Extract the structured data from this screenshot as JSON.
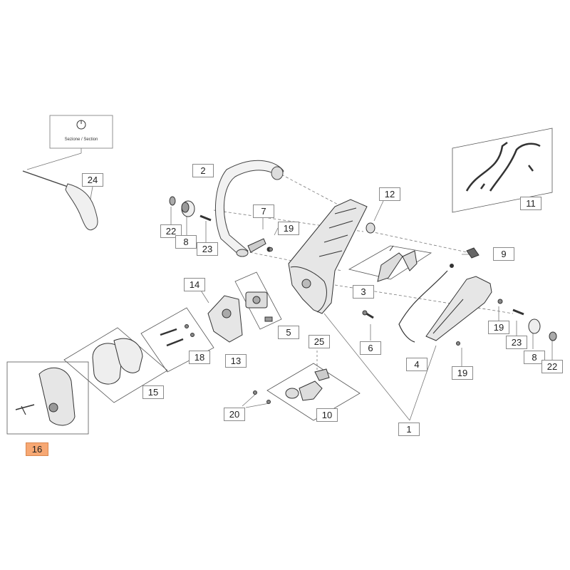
{
  "section_box": {
    "caption": "Sezione / Section"
  },
  "labels": [
    {
      "id": "label-2",
      "text": "2"
    },
    {
      "id": "label-24",
      "text": "24"
    },
    {
      "id": "label-7",
      "text": "7"
    },
    {
      "id": "label-12",
      "text": "12"
    },
    {
      "id": "label-22-left",
      "text": "22"
    },
    {
      "id": "label-8-left",
      "text": "8"
    },
    {
      "id": "label-23-left",
      "text": "23"
    },
    {
      "id": "label-19-top",
      "text": "19"
    },
    {
      "id": "label-11",
      "text": "11"
    },
    {
      "id": "label-9",
      "text": "9"
    },
    {
      "id": "label-3",
      "text": "3"
    },
    {
      "id": "label-14",
      "text": "14"
    },
    {
      "id": "label-5",
      "text": "5"
    },
    {
      "id": "label-6",
      "text": "6"
    },
    {
      "id": "label-19-right",
      "text": "19"
    },
    {
      "id": "label-23-right",
      "text": "23"
    },
    {
      "id": "label-8-right",
      "text": "8"
    },
    {
      "id": "label-22-right",
      "text": "22"
    },
    {
      "id": "label-18",
      "text": "18"
    },
    {
      "id": "label-13",
      "text": "13"
    },
    {
      "id": "label-25",
      "text": "25"
    },
    {
      "id": "label-4",
      "text": "4"
    },
    {
      "id": "label-19-bottom",
      "text": "19"
    },
    {
      "id": "label-15",
      "text": "15"
    },
    {
      "id": "label-20",
      "text": "20"
    },
    {
      "id": "label-10",
      "text": "10"
    },
    {
      "id": "label-1",
      "text": "1"
    },
    {
      "id": "label-16",
      "text": "16"
    }
  ],
  "highlight": {
    "label": "16",
    "color": "#f7a873"
  },
  "colors": {
    "line": "#555555",
    "part_fill": "#eeeeee",
    "part_dark": "#555555"
  }
}
